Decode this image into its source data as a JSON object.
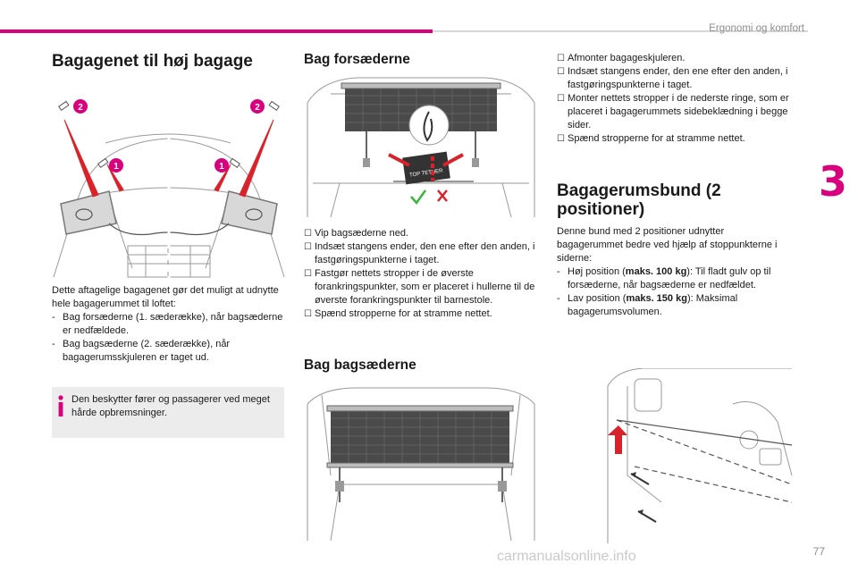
{
  "header": {
    "title": "Ergonomi og komfort",
    "chapter": "3",
    "accent": "#d9007e"
  },
  "col1": {
    "title": "Bagagenet til høj bagage",
    "figure": {
      "markers": [
        "2",
        "2",
        "1",
        "1"
      ]
    },
    "intro": "Dette aftagelige bagagenet gør det muligt at udnytte hele bagagerummet til loftet:",
    "items": [
      "Bag forsæderne (1. sæderække), når bagsæderne er nedfældede.",
      "Bag bagsæderne (2. sæderække), når bagagerumsskjuleren er taget ud."
    ],
    "info": "Den beskytter fører og passagerer ved meget hårde opbremsninger."
  },
  "col2": {
    "title1": "Bag forsæderne",
    "figure1": {
      "tag_text": "TOP TETHER"
    },
    "steps1": [
      "Vip bagsæderne ned.",
      "Indsæt stangens ender, den ene efter den anden, i fastgøringspunkterne i taget.",
      "Fastgør nettets stropper i de øverste forankringspunkter, som er placeret i hullerne til de øverste forankringspunkter til barnestole.",
      "Spænd stropperne for at stramme nettet."
    ],
    "title2": "Bag bagsæderne"
  },
  "col3": {
    "steps": [
      "Afmonter bagageskjuleren.",
      "Indsæt stangens ender, den ene efter den anden, i fastgøringspunkterne i taget.",
      "Monter nettets stropper i de nederste ringe, som er placeret i bagagerummets sidebeklædning i begge sider.",
      "Spænd stropperne for at stramme nettet."
    ],
    "title": "Bagagerumsbund (2 positioner)",
    "intro": "Denne bund med 2 positioner udnytter bagagerummet bedre ved hjælp af stoppunkterne i siderne:",
    "high_pre": "Høj position (",
    "high_bold": "maks. 100 kg",
    "high_post": "): Til fladt gulv op til forsæderne, når bagsæderne er nedfældet.",
    "low_pre": "Lav position (",
    "low_bold": "maks. 150 kg",
    "low_post": "): Maksimal bagagerumsvolumen."
  },
  "footer": {
    "page": "77",
    "watermark": "carmanualsonline.info"
  }
}
